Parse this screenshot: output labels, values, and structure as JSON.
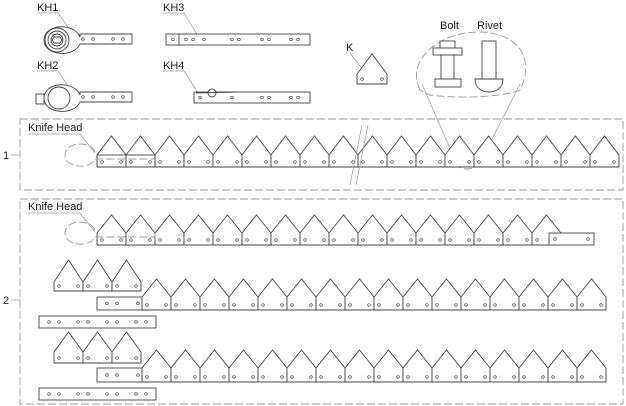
{
  "parts": {
    "kh1": "KH1",
    "kh2": "KH2",
    "kh3": "KH3",
    "kh4": "KH4",
    "k": "K",
    "bolt": "Bolt",
    "rivet": "Rivet"
  },
  "assemblies": [
    {
      "number": "1",
      "knife_head_label": "Knife Head"
    },
    {
      "number": "2",
      "knife_head_label": "Knife Head"
    }
  ]
}
